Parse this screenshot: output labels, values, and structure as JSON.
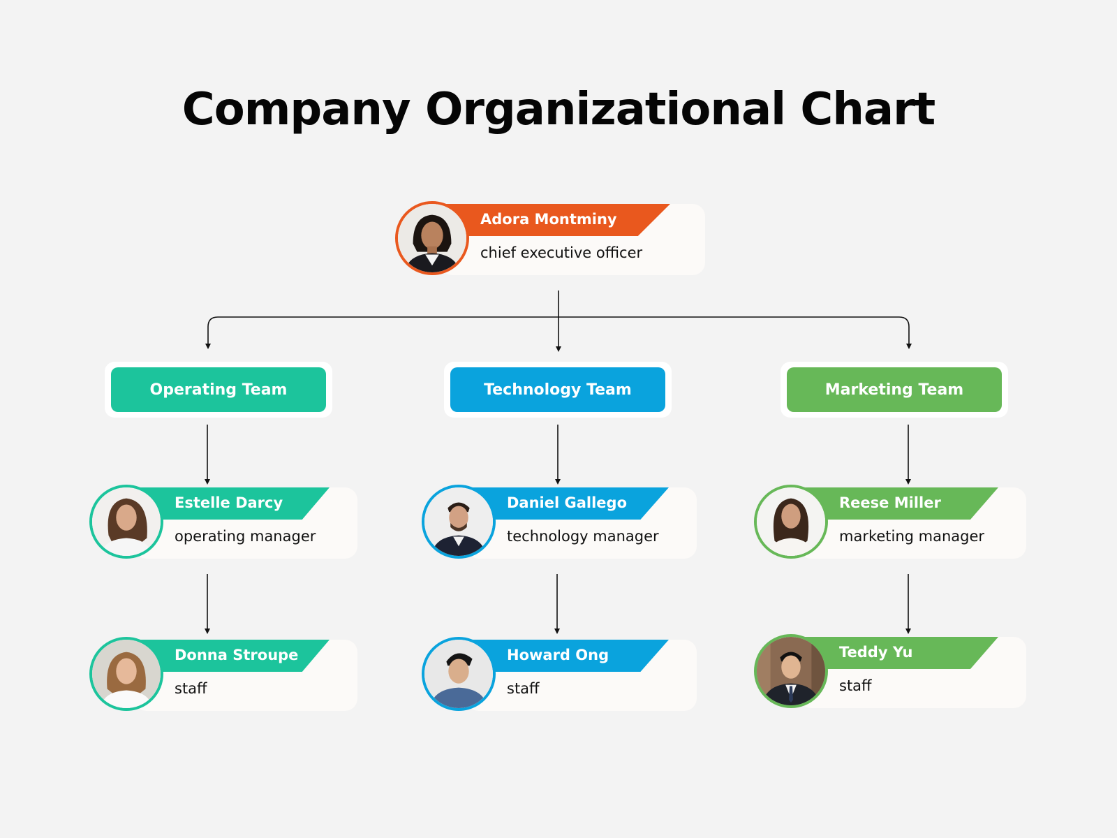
{
  "title": "Company Organizational Chart",
  "colors": {
    "ceo": "#e9581e",
    "operating": "#1cc49c",
    "technology": "#0aa3dd",
    "marketing": "#67b858",
    "connector": "#111111",
    "background": "#f3f3f3"
  },
  "ceo": {
    "name": "Adora Montminy",
    "role": "chief executive officer",
    "icon": "ceo-avatar-icon"
  },
  "teams": [
    {
      "label": "Operating Team",
      "manager": {
        "name": "Estelle Darcy",
        "role": "operating manager",
        "icon": "estelle-avatar-icon"
      },
      "staff": {
        "name": "Donna Stroupe",
        "role": "staff",
        "icon": "donna-avatar-icon"
      }
    },
    {
      "label": "Technology Team",
      "manager": {
        "name": "Daniel Gallego",
        "role": "technology manager",
        "icon": "daniel-avatar-icon"
      },
      "staff": {
        "name": "Howard Ong",
        "role": "staff",
        "icon": "howard-avatar-icon"
      }
    },
    {
      "label": "Marketing Team",
      "manager": {
        "name": "Reese Miller",
        "role": "marketing manager",
        "icon": "reese-avatar-icon"
      },
      "staff": {
        "name": "Teddy Yu",
        "role": "staff",
        "icon": "teddy-avatar-icon"
      }
    }
  ]
}
